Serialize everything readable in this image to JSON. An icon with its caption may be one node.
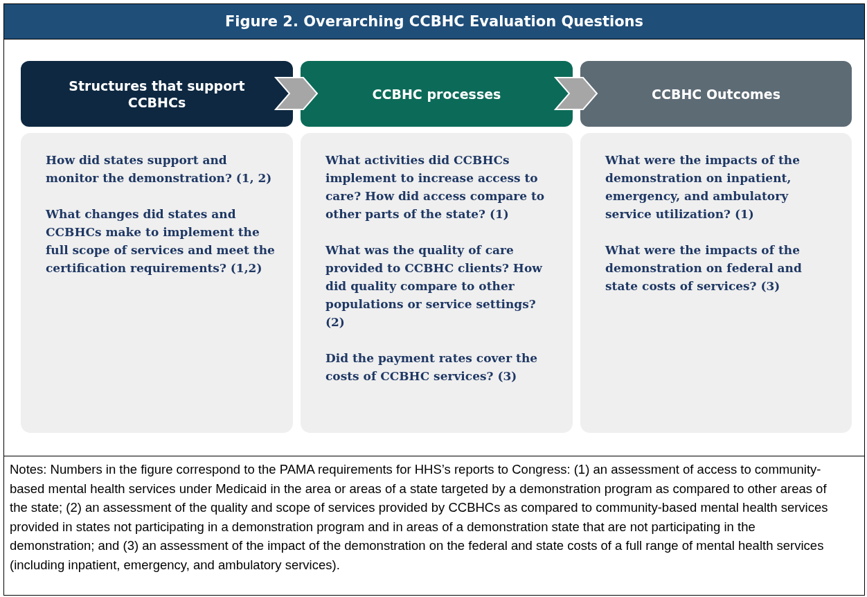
{
  "diagram": {
    "title": "Figure 2. Overarching CCBHC Evaluation Questions",
    "nodes": [
      {
        "text": [
          "Structures that support CCBHCs"
        ]
      },
      {
        "text": [
          "CCBHC processes"
        ]
      },
      {
        "text": [
          "CCBHC Outcomes"
        ]
      },
      {
        "text": [
          "How did states support and monitor the demonstration? (1, 2)",
          "What changes did states and CCBHCs make to implement the full scope of services and meet the certification requirements? (1,2)"
        ]
      },
      {
        "text": [
          "What activities did CCBHCs implement to increase access to care? How did access compare to other parts of the state? (1)",
          "What was the quality of care provided to CCBHC clients? How did quality compare to other populations or service settings? (2)",
          "Did the payment rates cover the costs of CCBHC services? (3)"
        ]
      },
      {
        "text": [
          "What were the impacts of the demonstration on inpatient, emergency, and ambulatory service utilization? (1)",
          "What were the impacts of the demonstration on federal and state costs of services? (3)"
        ]
      }
    ],
    "edges": [
      {
        "from": 0,
        "to": 1,
        "arrow": "to"
      },
      {
        "from": 1,
        "to": 2,
        "arrow": "to"
      }
    ],
    "labels": [
      "Notes:  Numbers in the figure correspond to the PAMA requirements for HHS’s reports to Congress: (1) an assessment of access to community-based mental health services under Medicaid in the area or areas of a state targeted by a demonstration program as compared to other areas of the state; (2) an assessment of the quality and scope of services provided by CCBHCs as compared to community-based mental health services provided in states not participating in a demonstration program and in areas of a demonstration state that are not participating in the demonstration; and (3) an assessment of the impact of the demonstration on the federal and state costs of a full range of mental health services (including inpatient, emergency, and ambulatory services)."
    ]
  }
}
